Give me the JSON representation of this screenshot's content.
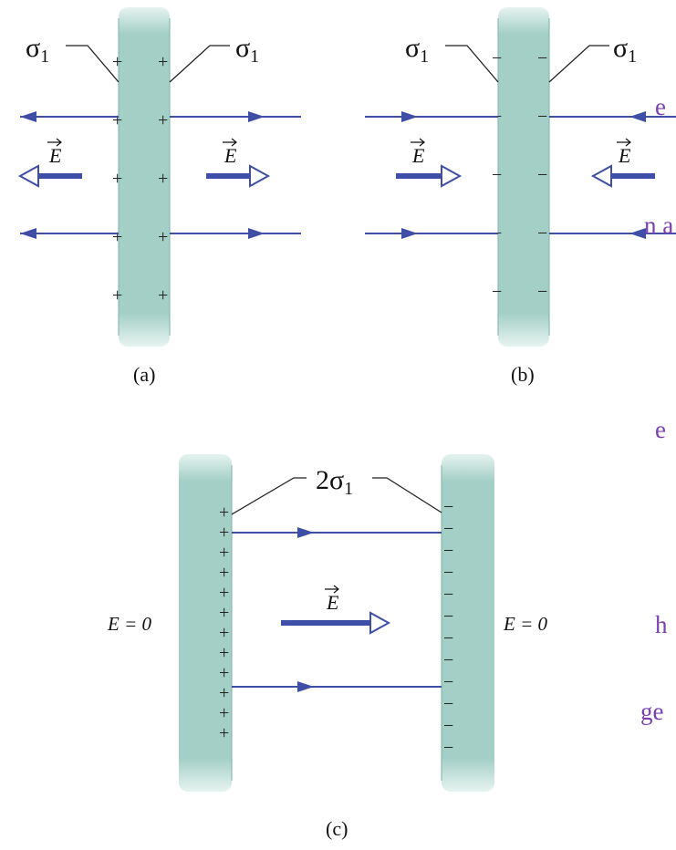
{
  "background_text": {
    "line1": "e",
    "line2": "n a",
    "line3": "e",
    "line4": "h",
    "line5": "ge"
  },
  "panel_a": {
    "label": "(a)",
    "left_density": "σ",
    "left_density_sub": "1",
    "right_density": "σ",
    "right_density_sub": "1",
    "field_symbol": "E",
    "plate_sign": "+",
    "field_direction": "outward"
  },
  "panel_b": {
    "label": "(b)",
    "left_density": "σ",
    "left_density_sub": "1",
    "right_density": "σ",
    "right_density_sub": "1",
    "field_symbol": "E",
    "plate_sign": "−",
    "field_direction": "inward"
  },
  "panel_c": {
    "label": "(c)",
    "density": "2σ",
    "density_sub": "1",
    "field_symbol": "E",
    "left_outside": "E = 0",
    "right_outside": "E = 0",
    "left_plate_sign": "+",
    "right_plate_sign": "−"
  },
  "colors": {
    "plate_fill": "#a3cfc6",
    "plate_fill_fade": "#e6f3f0",
    "field_line": "#3f4fa8",
    "text_purple": "#7a3fb0"
  }
}
